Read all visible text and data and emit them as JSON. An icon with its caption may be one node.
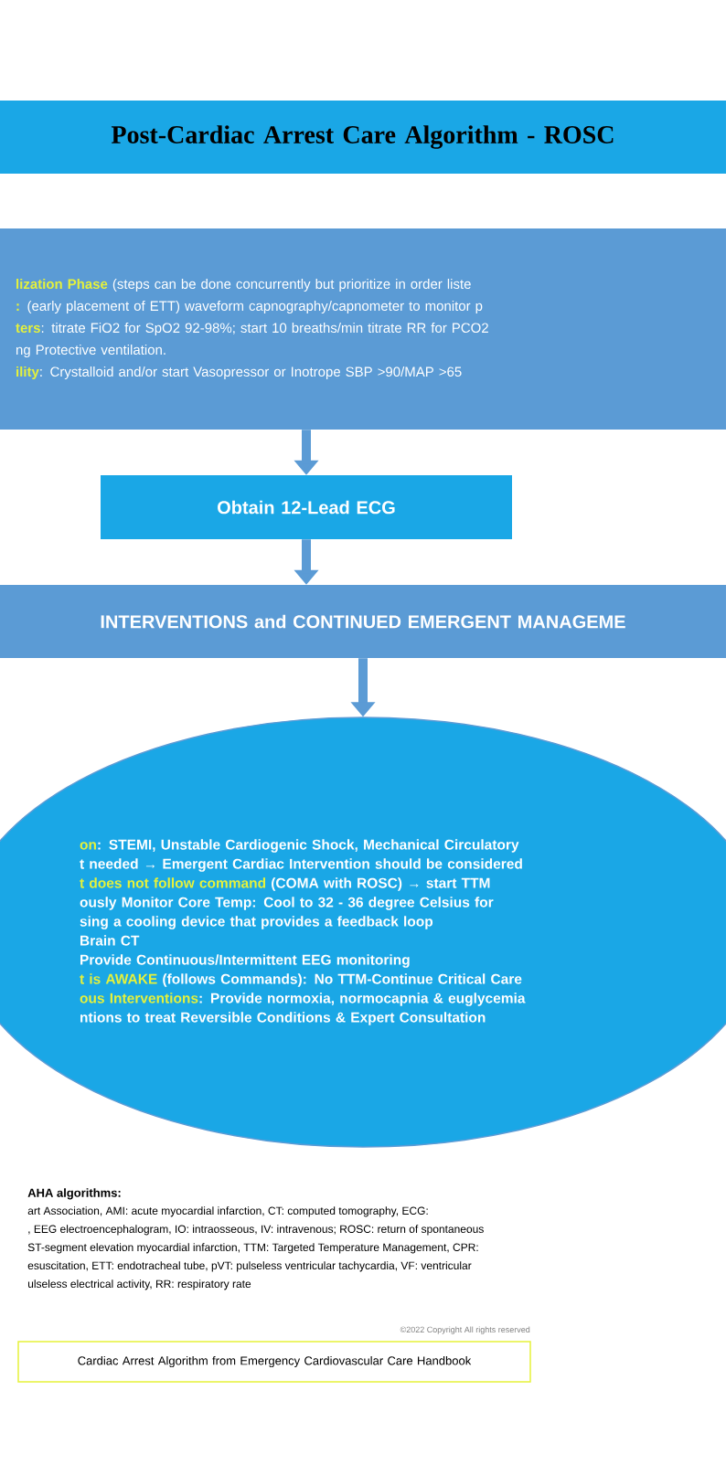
{
  "diagram": {
    "nodes": [
      {
        "text": [
          "Post-Cardiac Arrest Care Algorithm - ROSC"
        ]
      },
      {
        "text": [
          "**lization Phase** (steps can be done concurrently but prioritize in order liste",
          "**:** (early placement of ETT) waveform capnography/capnometer to monitor p",
          "**ters**: titrate FiO2 for SpO2 92-98%; start 10 breaths/min titrate RR for PCO2",
          "ng Protective ventilation.",
          "**ility**: Crystalloid and/or start Vasopressor or Inotrope SBP >90/MAP >65"
        ]
      },
      {
        "text": [
          "Obtain 12-Lead ECG"
        ]
      },
      {
        "text": [
          "INTERVENTIONS and CONTINUED EMERGENT MANAGEME"
        ]
      },
      {
        "text": [
          "**on**: STEMI, Unstable Cardiogenic Shock, Mechanical Circulatory",
          "t needed → Emergent Cardiac Intervention should be considered",
          "**t does not follow command** (COMA with ROSC) → start TTM",
          "ously Monitor Core Temp: Cool to 32 - 36 degree Celsius for",
          "sing a cooling device that provides a feedback loop",
          "Brain CT",
          "Provide Continuous/Intermittent EEG monitoring",
          "**t is AWAKE** (follows Commands): No TTM-Continue Critical Care",
          "**ous Interventions**: Provide normoxia, normocapnia & euglycemia",
          "ntions to treat Reversible Conditions & Expert Consultation"
        ]
      },
      {
        "text": [
          "Cardiac Arrest Algorithm from Emergency Cardiovascular Care Handbook"
        ]
      }
    ],
    "edges": [
      {
        "from": 1,
        "to": 2,
        "arrow": "to"
      },
      {
        "from": 2,
        "to": 3,
        "arrow": "to"
      },
      {
        "from": 3,
        "to": 4,
        "arrow": "to"
      }
    ],
    "labels": [
      "AHA algorithms:",
      "art Association, AMI: acute myocardial infarction, CT: computed tomography, ECG:",
      ", EEG electroencephalogram, IO: intraosseous, IV: intravenous; ROSC: return of spontaneous",
      "ST-segment elevation myocardial infarction, TTM: Targeted Temperature Management, CPR:",
      "esuscitation, ETT: endotracheal tube, pVT: pulseless ventricular tachycardia, VF: ventricular",
      "ulseless electrical activity, RR: respiratory rate",
      "©2022 Copyright All rights reserved"
    ]
  }
}
